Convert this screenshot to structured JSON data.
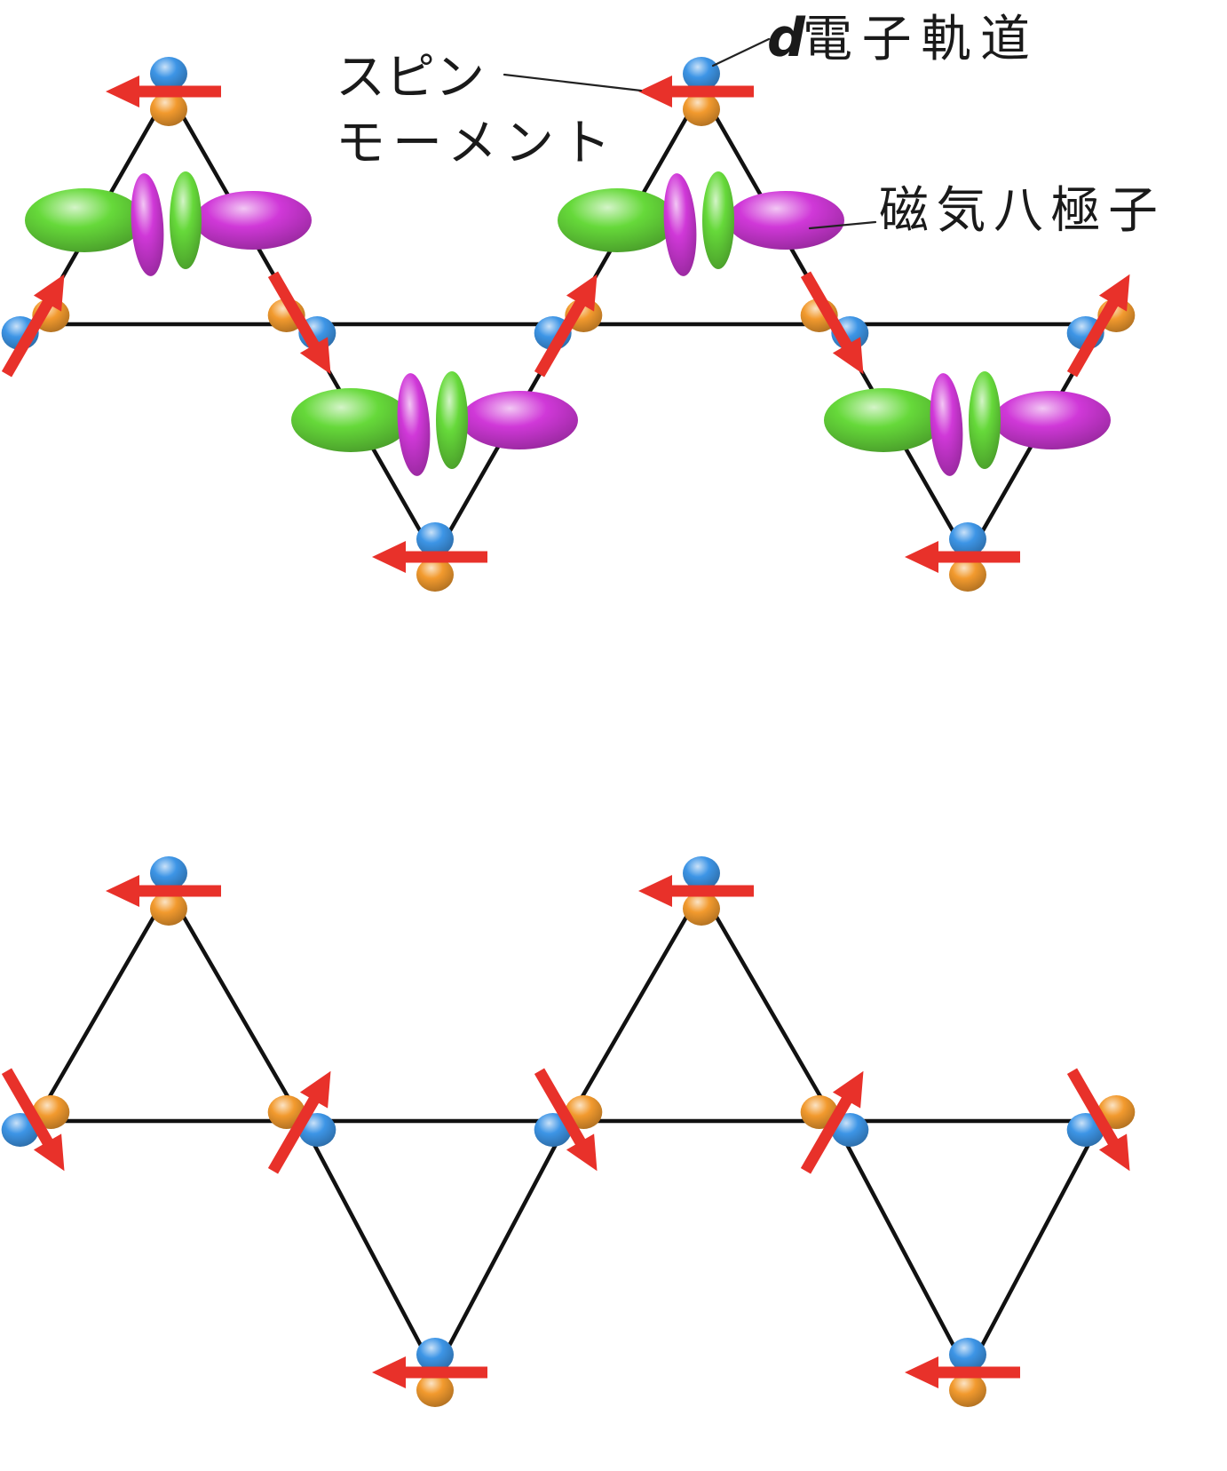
{
  "labels": {
    "d_orbital": {
      "italic": "d",
      "text": "電子軌道"
    },
    "spin_moment": {
      "line1": "スピン",
      "line2": "モーメント"
    },
    "magnetic_octupole": "磁気八極子"
  },
  "colors": {
    "background": "#ffffff",
    "lattice_bond": "#111111",
    "leader_line": "#222222",
    "label_text": "#1a1a1a",
    "spin_arrow": "#e8312a",
    "orbital_blue": "#3d95e6",
    "orbital_orange": "#f29a2e",
    "octupole_green": "#66d93a",
    "octupole_magenta": "#d038d8"
  },
  "lattice": {
    "top_panel": {
      "apex_spin_deg": 180,
      "middle_spin_deg": [
        60,
        -60,
        60,
        -60,
        60
      ],
      "octupoles": true
    },
    "bottom_panel": {
      "apex_spin_deg": 180,
      "middle_spin_deg": [
        -60,
        60,
        -60,
        60,
        -60
      ],
      "octupoles": false
    }
  }
}
